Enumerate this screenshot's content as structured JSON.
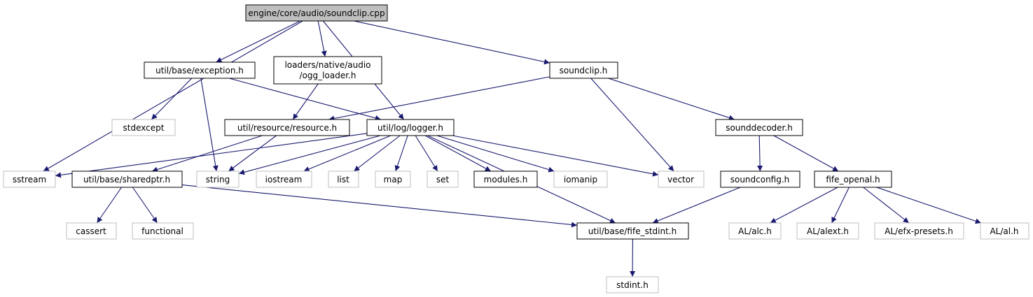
{
  "title": "",
  "colors": {
    "edge": "#191970",
    "root_fill": "#bfbfbf",
    "node_border": "#000000",
    "ext_border": "#bfbfbf",
    "background": "#ffffff"
  },
  "nodes": [
    {
      "id": "n_root",
      "kind": "root",
      "lines": [
        "engine/core/audio/soundclip.cpp"
      ]
    },
    {
      "id": "n_exception",
      "kind": "local",
      "lines": [
        "util/base/exception.h"
      ]
    },
    {
      "id": "n_ogg",
      "kind": "local",
      "lines": [
        "loaders/native/audio",
        "/ogg_loader.h"
      ]
    },
    {
      "id": "n_soundclip_h",
      "kind": "local",
      "lines": [
        "soundclip.h"
      ]
    },
    {
      "id": "n_stdexcept",
      "kind": "external",
      "lines": [
        "stdexcept"
      ]
    },
    {
      "id": "n_resource",
      "kind": "local",
      "lines": [
        "util/resource/resource.h"
      ]
    },
    {
      "id": "n_logger",
      "kind": "local",
      "lines": [
        "util/log/logger.h"
      ]
    },
    {
      "id": "n_sounddecoder",
      "kind": "local",
      "lines": [
        "sounddecoder.h"
      ]
    },
    {
      "id": "n_sstream",
      "kind": "external",
      "lines": [
        "sstream"
      ]
    },
    {
      "id": "n_sharedptr",
      "kind": "local",
      "lines": [
        "util/base/sharedptr.h"
      ]
    },
    {
      "id": "n_string",
      "kind": "external",
      "lines": [
        "string"
      ]
    },
    {
      "id": "n_iostream",
      "kind": "external",
      "lines": [
        "iostream"
      ]
    },
    {
      "id": "n_list",
      "kind": "external",
      "lines": [
        "list"
      ]
    },
    {
      "id": "n_map",
      "kind": "external",
      "lines": [
        "map"
      ]
    },
    {
      "id": "n_set",
      "kind": "external",
      "lines": [
        "set"
      ]
    },
    {
      "id": "n_modules",
      "kind": "local",
      "lines": [
        "modules.h"
      ]
    },
    {
      "id": "n_iomanip",
      "kind": "external",
      "lines": [
        "iomanip"
      ]
    },
    {
      "id": "n_vector",
      "kind": "external",
      "lines": [
        "vector"
      ]
    },
    {
      "id": "n_soundconfig",
      "kind": "local",
      "lines": [
        "soundconfig.h"
      ]
    },
    {
      "id": "n_openal",
      "kind": "local",
      "lines": [
        "fife_openal.h"
      ]
    },
    {
      "id": "n_cassert",
      "kind": "external",
      "lines": [
        "cassert"
      ]
    },
    {
      "id": "n_functional",
      "kind": "external",
      "lines": [
        "functional"
      ]
    },
    {
      "id": "n_fifestdint",
      "kind": "local",
      "lines": [
        "util/base/fife_stdint.h"
      ]
    },
    {
      "id": "n_alc",
      "kind": "external",
      "lines": [
        "AL/alc.h"
      ]
    },
    {
      "id": "n_alext",
      "kind": "external",
      "lines": [
        "AL/alext.h"
      ]
    },
    {
      "id": "n_efx",
      "kind": "external",
      "lines": [
        "AL/efx-presets.h"
      ]
    },
    {
      "id": "n_al",
      "kind": "external",
      "lines": [
        "AL/al.h"
      ]
    },
    {
      "id": "n_stdint",
      "kind": "external",
      "lines": [
        "stdint.h"
      ]
    }
  ],
  "edges": [
    [
      "n_root",
      "n_sstream"
    ],
    [
      "n_root",
      "n_exception"
    ],
    [
      "n_root",
      "n_ogg"
    ],
    [
      "n_root",
      "n_logger"
    ],
    [
      "n_root",
      "n_soundclip_h"
    ],
    [
      "n_exception",
      "n_stdexcept"
    ],
    [
      "n_exception",
      "n_string"
    ],
    [
      "n_exception",
      "n_logger"
    ],
    [
      "n_ogg",
      "n_resource"
    ],
    [
      "n_soundclip_h",
      "n_resource"
    ],
    [
      "n_soundclip_h",
      "n_vector"
    ],
    [
      "n_soundclip_h",
      "n_sounddecoder"
    ],
    [
      "n_resource",
      "n_sharedptr"
    ],
    [
      "n_resource",
      "n_string"
    ],
    [
      "n_logger",
      "n_sstream"
    ],
    [
      "n_logger",
      "n_string"
    ],
    [
      "n_logger",
      "n_iostream"
    ],
    [
      "n_logger",
      "n_list"
    ],
    [
      "n_logger",
      "n_map"
    ],
    [
      "n_logger",
      "n_set"
    ],
    [
      "n_logger",
      "n_modules"
    ],
    [
      "n_logger",
      "n_iomanip"
    ],
    [
      "n_logger",
      "n_vector"
    ],
    [
      "n_logger",
      "n_fifestdint"
    ],
    [
      "n_sounddecoder",
      "n_soundconfig"
    ],
    [
      "n_sounddecoder",
      "n_openal"
    ],
    [
      "n_sharedptr",
      "n_cassert"
    ],
    [
      "n_sharedptr",
      "n_functional"
    ],
    [
      "n_sharedptr",
      "n_fifestdint"
    ],
    [
      "n_soundconfig",
      "n_fifestdint"
    ],
    [
      "n_openal",
      "n_alc"
    ],
    [
      "n_openal",
      "n_alext"
    ],
    [
      "n_openal",
      "n_efx"
    ],
    [
      "n_openal",
      "n_al"
    ],
    [
      "n_fifestdint",
      "n_stdint"
    ]
  ]
}
